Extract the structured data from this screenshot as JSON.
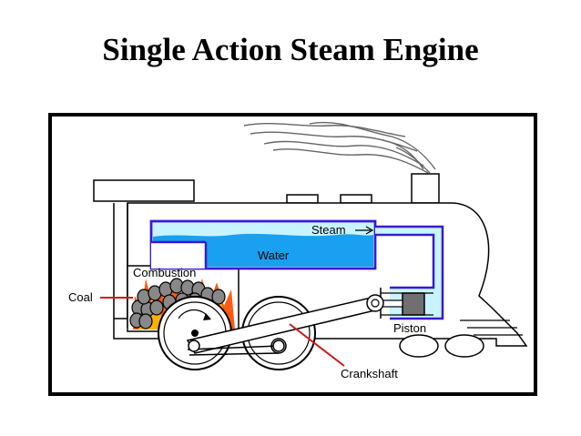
{
  "title": "Single Action Steam Engine",
  "labels": {
    "steam": "Steam",
    "water": "Water",
    "combustion": "Combustion",
    "coal": "Coal",
    "piston": "Piston",
    "crankshaft": "Crankshaft"
  },
  "colors": {
    "water": "#1aa0f0",
    "water_light": "#c8f4ff",
    "steam_pipe": "#3a1ad0",
    "fire": "#ff5a10",
    "fire_light": "#ffb000",
    "pointer_line": "#d01818",
    "piston": "#707070",
    "outline": "#000000"
  }
}
